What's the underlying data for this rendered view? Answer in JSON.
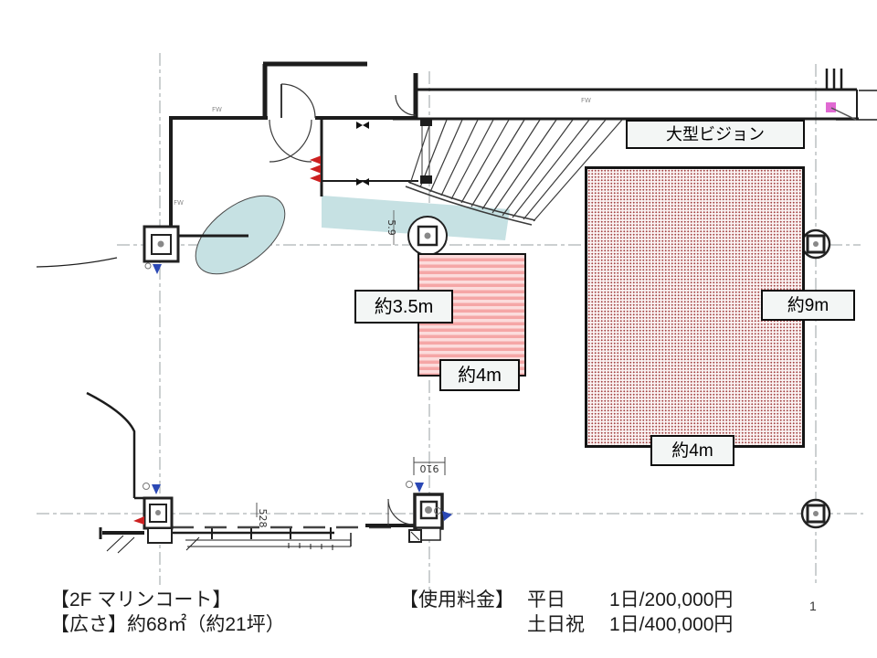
{
  "colors": {
    "teal": "#c6e1e3",
    "stripe_bg": "#fcdcdc",
    "stripe_fg": "#f5a6a6",
    "dot_bg": "#faf2f2",
    "dot_fg": "#a34444",
    "label_bg": "#f3f6f5",
    "accent_red": "#cc2020",
    "accent_blue": "#2b48b5",
    "accent_magenta": "#e069d2"
  },
  "plan": {
    "vision_label": "大型ビジョン",
    "width_35": "約3.5m",
    "width_4_small": "約4m",
    "width_9": "約9m",
    "width_4_large": "約4m",
    "dim_59": "5.9",
    "dim_910": "910",
    "dim_528": "528",
    "door_tag": "FW"
  },
  "info": {
    "title": "【2F マリンコート】",
    "area": "【広さ】約68㎡（約21坪）",
    "fee_heading": "【使用料金】",
    "rows": [
      {
        "day": "平日",
        "price": "1日/200,000円"
      },
      {
        "day": "土日祝",
        "price": "1日/400,000円"
      }
    ],
    "page_number": "1"
  }
}
